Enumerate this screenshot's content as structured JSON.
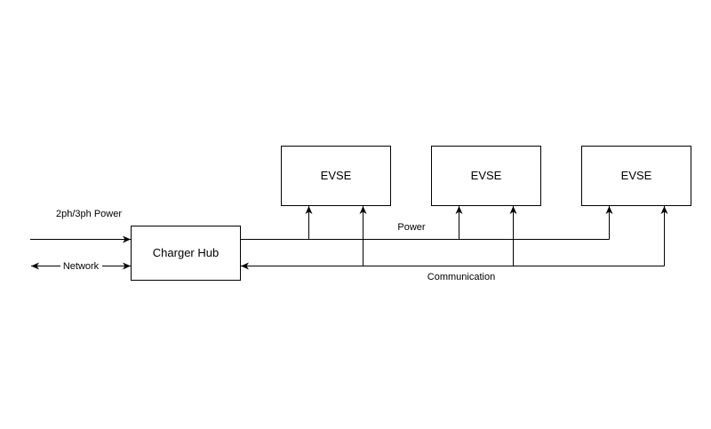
{
  "diagram": {
    "hub": {
      "label": "Charger Hub"
    },
    "evse": [
      {
        "label": "EVSE"
      },
      {
        "label": "EVSE"
      },
      {
        "label": "EVSE"
      }
    ],
    "labels": {
      "input_power": "2ph/3ph Power",
      "network": "Network",
      "power": "Power",
      "communication": "Communication"
    }
  }
}
